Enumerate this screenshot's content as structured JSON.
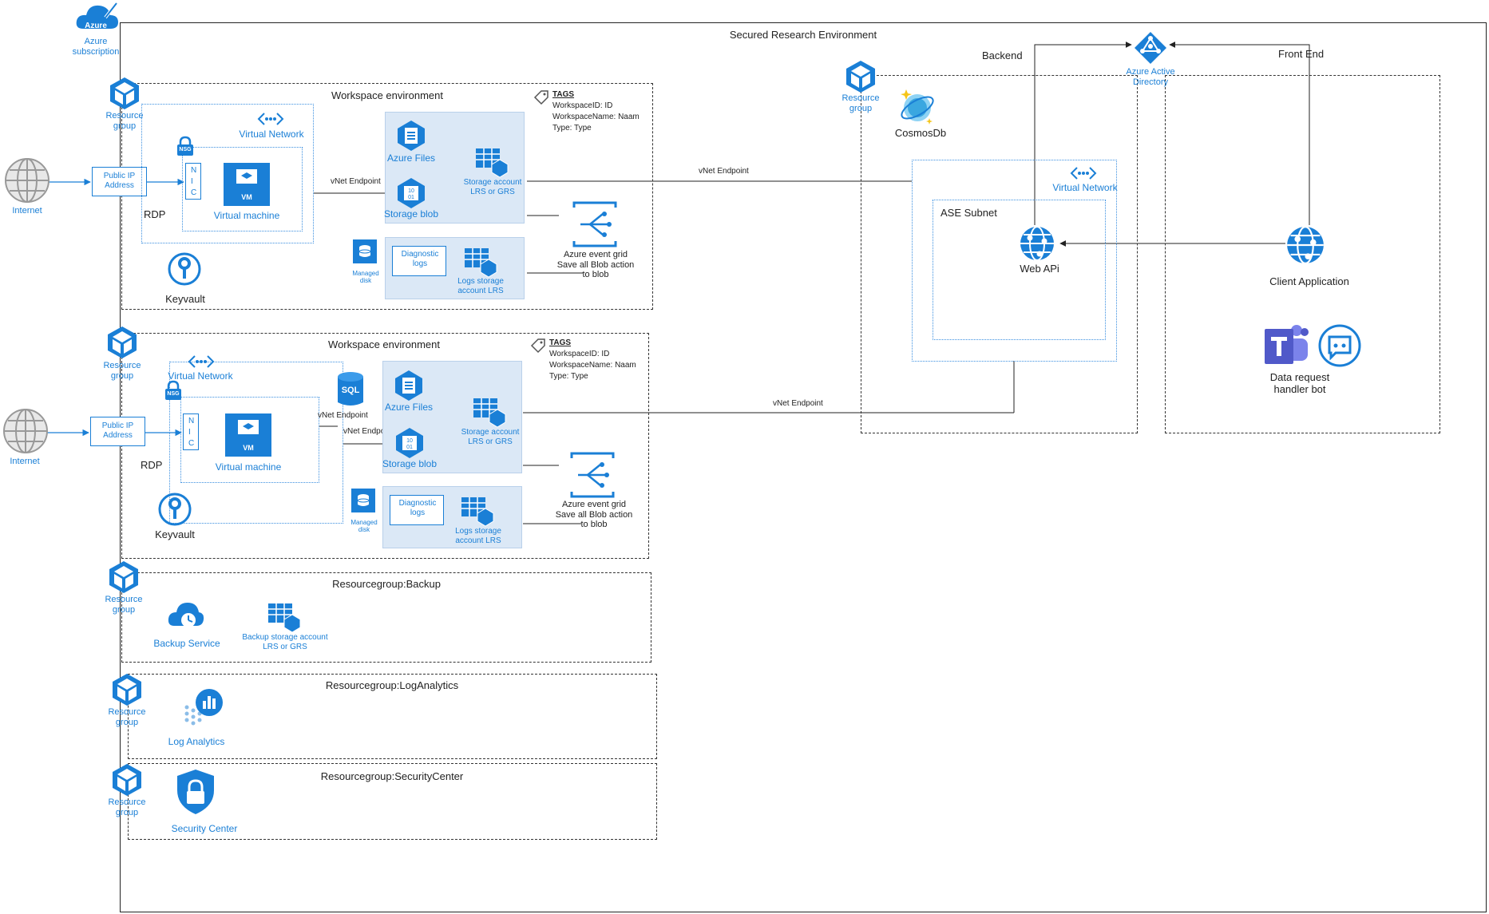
{
  "subscription": {
    "badge": "Azure",
    "label": "Azure subscription"
  },
  "outer": {
    "title": "Secured Research Environment"
  },
  "common": {
    "resource_group": "Resource group",
    "internet": "Internet",
    "public_ip": "Public IP Address",
    "nsg": "NSG",
    "nic": "N I C",
    "rdp": "RDP",
    "virtual_network": "Virtual Network",
    "vm_badge": "VM",
    "virtual_machine": "Virtual machine",
    "vnet_endpoint": "vNet Endpoint",
    "azure_files": "Azure Files",
    "storage_blob": "Storage blob",
    "storage_account": "Storage account LRS or GRS",
    "diagnostic_logs": "Diagnostic logs",
    "logs_storage": "Logs storage account LRS",
    "managed_disk": "Managed disk",
    "event_grid": "Azure event grid Save all Blob action to blob",
    "keyvault": "Keyvault",
    "tags_title": "TAGS",
    "tag_id": "WorkspaceID: ID",
    "tag_name": "WorkspaceName: Naam",
    "tag_type": "Type: Type",
    "sql": "SQL"
  },
  "workspaces": [
    {
      "title": "Workspace environment"
    },
    {
      "title": "Workspace environment"
    }
  ],
  "backup": {
    "title": "Resourcegroup:Backup",
    "service": "Backup Service",
    "storage": "Backup storage account LRS or GRS"
  },
  "loganalytics": {
    "title": "Resourcegroup:LogAnalytics",
    "service": "Log Analytics"
  },
  "security": {
    "title": "Resourcegroup:SecurityCenter",
    "service": "Security Center"
  },
  "right": {
    "backend": "Backend",
    "frontend": "Front End",
    "aad": "Azure Active Directory",
    "cosmos": "CosmosDb",
    "ase_subnet": "ASE Subnet",
    "web_api": "Web APi",
    "client_app": "Client Application",
    "bot": "Data request handler bot"
  },
  "colors": {
    "azure_blue": "#1a7fd6",
    "box_fill": "#dbe8f6",
    "line": "#222222"
  }
}
